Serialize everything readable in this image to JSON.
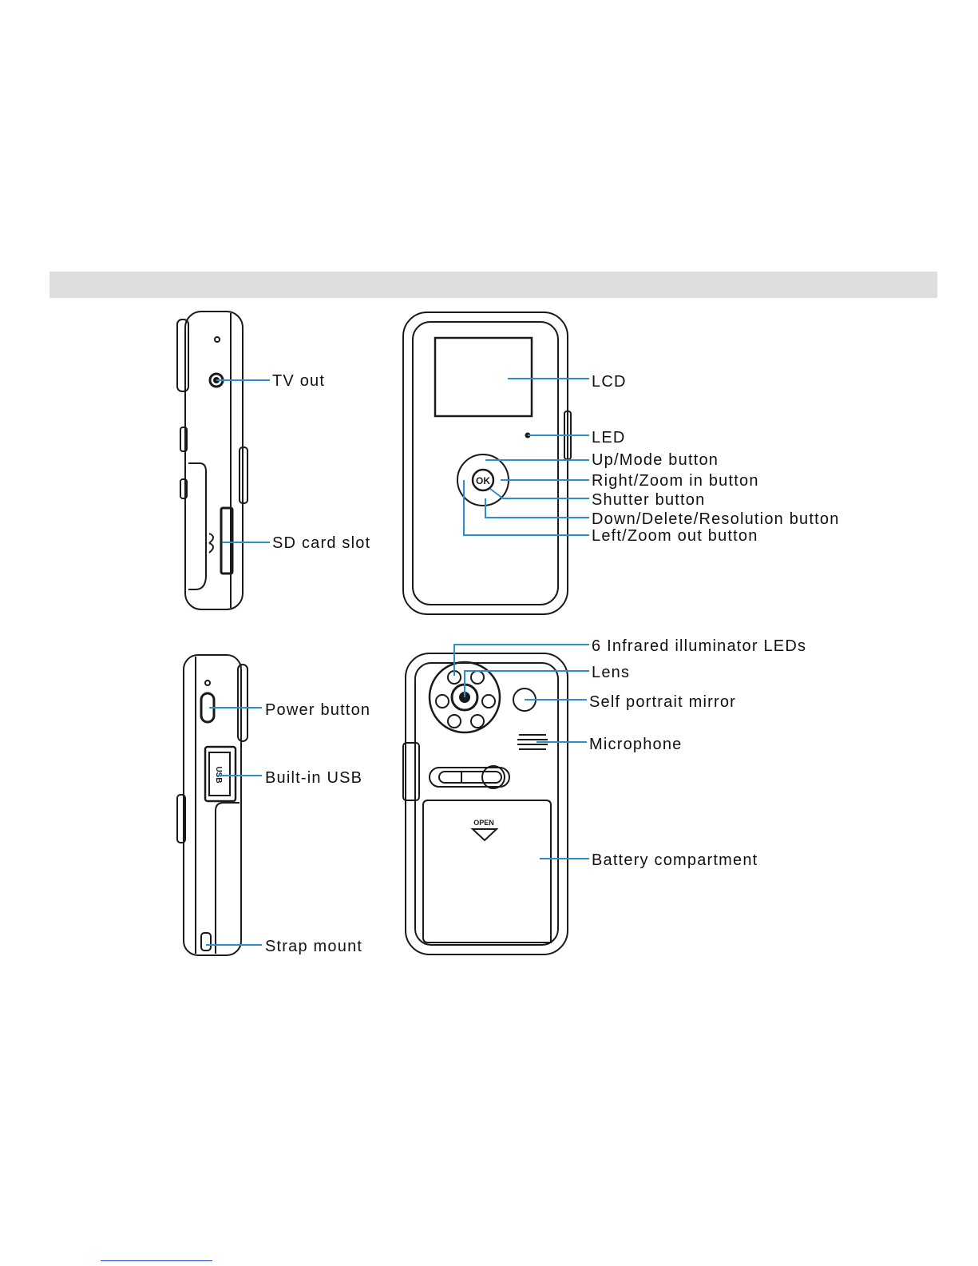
{
  "colors": {
    "leader_line": "#2a8fd0",
    "device_outline": "#1a1a1a",
    "section_band": "#dedede",
    "footer_rule": "#1a3fc4"
  },
  "icon_mark": "OPEN",
  "views": {
    "side_top": {
      "labels": {
        "tv_out": "TV out",
        "sd_card_slot": "SD card slot"
      }
    },
    "front": {
      "labels": {
        "lcd": "LCD",
        "led": "LED",
        "up_mode": "Up/Mode button",
        "right_zoom_in": "Right/Zoom in button",
        "shutter": "Shutter button",
        "down_delete_resolution": "Down/Delete/Resolution button",
        "left_zoom_out": "Left/Zoom out button"
      },
      "ok_key": "OK"
    },
    "side_bottom": {
      "labels": {
        "power": "Power button",
        "usb": "Built-in USB",
        "strap": "Strap mount"
      },
      "usb_mark": "USB"
    },
    "back": {
      "labels": {
        "ir_leds": "6 Infrared illuminator LEDs",
        "lens": "Lens",
        "mirror": "Self portrait mirror",
        "microphone": "Microphone",
        "battery": "Battery compartment"
      }
    }
  }
}
